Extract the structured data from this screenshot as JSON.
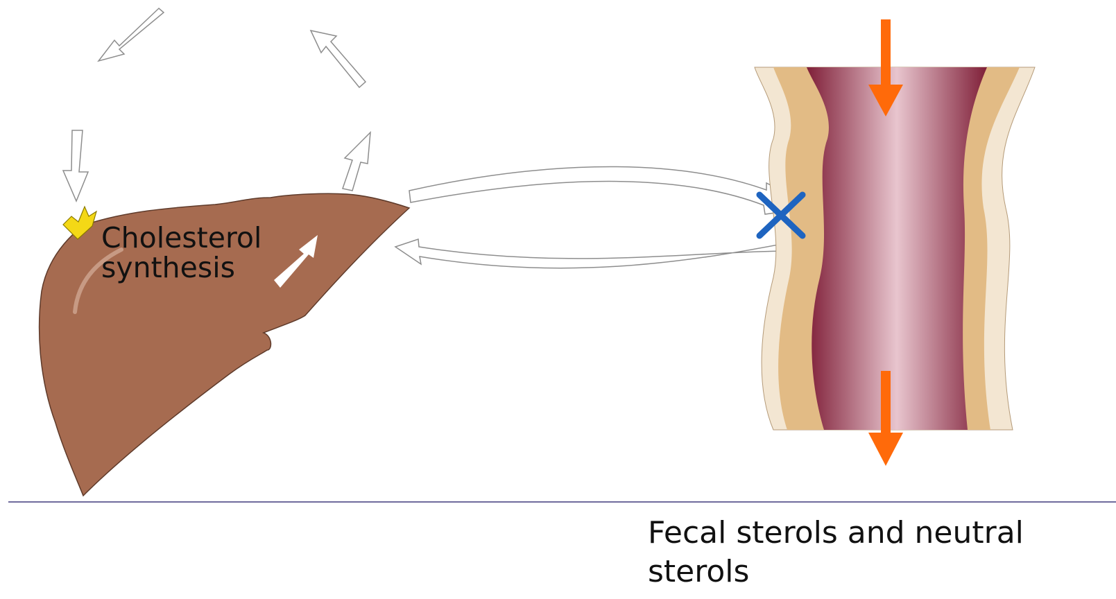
{
  "diagram": {
    "liver_label_line1": "Cholesterol",
    "liver_label_line2": "synthesis",
    "caption_line1": "Fecal sterols and neutral",
    "caption_line2": "sterols"
  },
  "colors": {
    "liver": "#a66b50",
    "intestine_inner": "#8f2f45",
    "intestine_wall": "#e2bb85",
    "intestine_outer": "#f3e6d2",
    "flow_arrow": "#ff6a0a",
    "blocked_mark": "#1e64c0",
    "receptor": "#f4d816",
    "divider": "#6f6b9c"
  }
}
